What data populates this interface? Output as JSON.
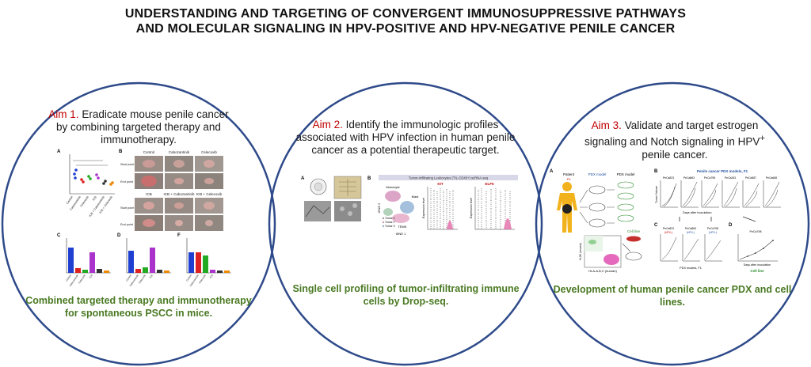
{
  "title_line1": "UNDERSTANDING AND TARGETING OF CONVERGENT IMMUNOSUPPRESSIVE PATHWAYS",
  "title_line2": "AND MOLECULAR SIGNALING IN HPV-POSITIVE AND HPV-NEGATIVE PENILE CANCER",
  "colors": {
    "circle": "#2e4a8a",
    "aim_label": "#c00000",
    "caption": "#4a7a23"
  },
  "aim1": {
    "label": "Aim 1.",
    "line1": "Eradicate mouse penile cancer",
    "line2": "by combining targeted therapy and",
    "line3": "immunotherapy.",
    "caption1": "Combined targeted therapy and immunotherapy",
    "caption2": "for spontaneous PSCC in mice.",
    "panels": [
      "A",
      "B",
      "C",
      "D",
      "F"
    ],
    "groups": [
      "Control",
      "Cabozantinib",
      "Celecoxib",
      "ICB",
      "ICB + Cabozantinib",
      "ICB + Celecoxib"
    ],
    "row_labels": [
      "Start point",
      "End point"
    ]
  },
  "aim2": {
    "label": "Aim 2.",
    "line1": "Identify the immunologic profiles",
    "line2": "associated with HPV infection in human penile",
    "line3": "cancer as a potential therapeutic target.",
    "caption1": "Single cell profiling of tumor-infiltrating immune",
    "caption2": "cells by Drop-seq.",
    "panels": [
      "A",
      "B"
    ],
    "plot_title": "Tumor-infiltrating Leukocytes (TIL-CD45+) scRNA-seq",
    "genes": [
      "KIT",
      "ELF5"
    ],
    "clusters": [
      "Monocyte",
      "Mast",
      "TEMK"
    ],
    "tumors": [
      "Tumor 1",
      "Tumor 2",
      "Tumor 3"
    ],
    "axis_x": "tSNE 1",
    "axis_y": "tSNE 2",
    "ylabel": "Expression level"
  },
  "aim3": {
    "label": "Aim 3.",
    "line1": "Validate and target estrogen",
    "line2": "signaling and Notch signaling in HPV",
    "sup": "+",
    "line3": "penile cancer.",
    "caption1": "Development of human penile cancer PDX and cell lines.",
    "panels": [
      "A",
      "B",
      "C",
      "D"
    ],
    "patient": "Patient",
    "f0": "F0",
    "pdx1": "PDX model",
    "pdx2": "PDX model",
    "cellline": "Cell line",
    "flow_x": "HLA-A,B,C (human)",
    "flow_y": "H-2K (mouse)",
    "b_title": "Penile cancer PDX models, F1",
    "b_models": [
      "PeCa823",
      "PeCa863",
      "PeCa798",
      "PeCa263",
      "PeCa587",
      "PeCa668"
    ],
    "b_xlabel": "Days after inoculation",
    "b_ylabel": "Tumor Volume",
    "c_models": [
      "PeCa823",
      "PeCa863",
      "PeCa798"
    ],
    "c_hpv": [
      "(HPV-)",
      "(HPV-)",
      "(HPV-)"
    ],
    "c_xlabel": "PDX models, F1",
    "d_model": "PeCa798",
    "d_xlabel": "Days after inoculation",
    "d_caption": "Cell line"
  }
}
